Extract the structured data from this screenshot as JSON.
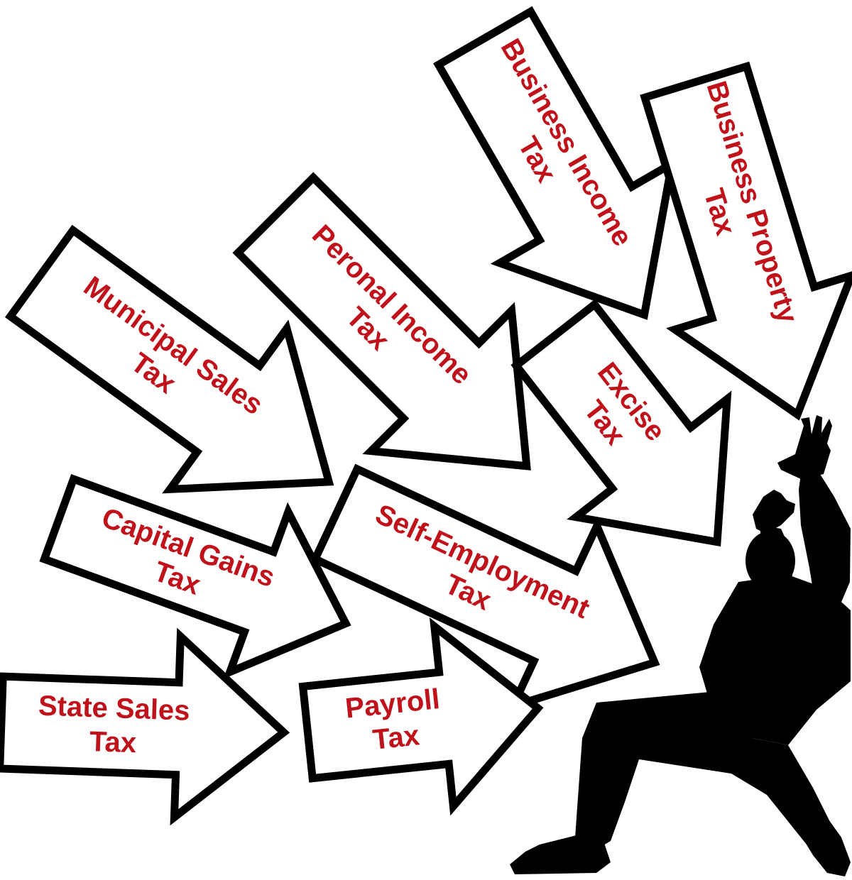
{
  "colors": {
    "label": "#c0121b",
    "outline": "#000000",
    "fill": "#ffffff",
    "silhouette": "#000000"
  },
  "arrows": {
    "business_income": {
      "line1": "Business Income",
      "line2": "Tax"
    },
    "business_property": {
      "line1": "Business Property",
      "line2": "Tax"
    },
    "personal_income": {
      "line1": "Peronal Income",
      "line2": "Tax"
    },
    "municipal_sales": {
      "line1": "Municipal Sales",
      "line2": "Tax"
    },
    "excise": {
      "line1": "Excise",
      "line2": "Tax"
    },
    "capital_gains": {
      "line1": "Capital Gains",
      "line2": "Tax"
    },
    "self_employment": {
      "line1": "Self-Employment",
      "line2": "Tax"
    },
    "state_sales": {
      "line1": "State Sales",
      "line2": "Tax"
    },
    "payroll": {
      "line1": "Payroll",
      "line2": "Tax"
    }
  },
  "figure": {
    "icon": "overwhelmed-man-silhouette-icon"
  }
}
